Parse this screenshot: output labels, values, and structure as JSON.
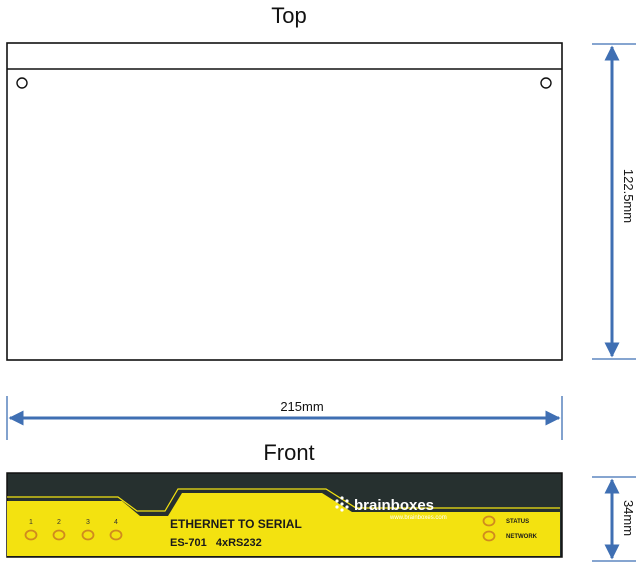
{
  "titles": {
    "top": "Top",
    "front": "Front"
  },
  "dimensions": {
    "height_top": "122.5mm",
    "width": "215mm",
    "height_front": "34mm"
  },
  "front_panel": {
    "product_line1": "ETHERNET TO SERIAL",
    "product_line2": "ES-701   4xRS232",
    "port_numbers": [
      "1",
      "2",
      "3",
      "4"
    ],
    "brand_text": "brainboxes",
    "brand_url": "www.brainboxes.com",
    "status_label": "STATUS",
    "network_label": "NETWORK"
  },
  "colors": {
    "dimension_arrow": "#3f6fb3",
    "panel_yellow": "#f3e210",
    "panel_dark": "#26302f",
    "led_orange": "#e8a52a",
    "outline": "#111111"
  }
}
